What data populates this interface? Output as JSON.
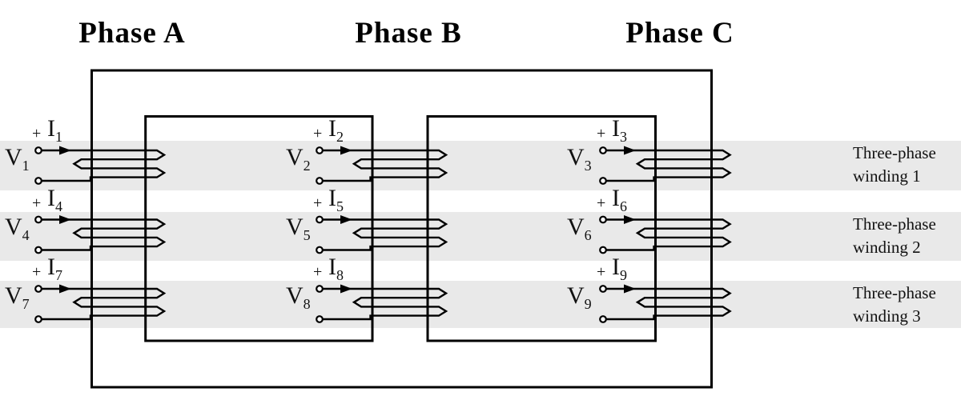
{
  "diagram": {
    "phases": [
      {
        "label": "Phase A"
      },
      {
        "label": "Phase B"
      },
      {
        "label": "Phase C"
      }
    ],
    "windings": [
      {
        "v": "V",
        "v_sub": "1",
        "i": "I",
        "i_sub": "1",
        "plus": "+",
        "row": 0,
        "col": 0
      },
      {
        "v": "V",
        "v_sub": "2",
        "i": "I",
        "i_sub": "2",
        "plus": "+",
        "row": 0,
        "col": 1
      },
      {
        "v": "V",
        "v_sub": "3",
        "i": "I",
        "i_sub": "3",
        "plus": "+",
        "row": 0,
        "col": 2
      },
      {
        "v": "V",
        "v_sub": "4",
        "i": "I",
        "i_sub": "4",
        "plus": "+",
        "row": 1,
        "col": 0
      },
      {
        "v": "V",
        "v_sub": "5",
        "i": "I",
        "i_sub": "5",
        "plus": "+",
        "row": 1,
        "col": 1
      },
      {
        "v": "V",
        "v_sub": "6",
        "i": "I",
        "i_sub": "6",
        "plus": "+",
        "row": 1,
        "col": 2
      },
      {
        "v": "V",
        "v_sub": "7",
        "i": "I",
        "i_sub": "7",
        "plus": "+",
        "row": 2,
        "col": 0
      },
      {
        "v": "V",
        "v_sub": "8",
        "i": "I",
        "i_sub": "8",
        "plus": "+",
        "row": 2,
        "col": 1
      },
      {
        "v": "V",
        "v_sub": "9",
        "i": "I",
        "i_sub": "9",
        "plus": "+",
        "row": 2,
        "col": 2
      }
    ],
    "band_labels": [
      {
        "line1": "Three-phase",
        "line2": "winding 1"
      },
      {
        "line1": "Three-phase",
        "line2": "winding 2"
      },
      {
        "line1": "Three-phase",
        "line2": "winding 3"
      }
    ],
    "colors": {
      "band": "#e9e9e9",
      "line": "#000000",
      "text": "#111111"
    }
  }
}
